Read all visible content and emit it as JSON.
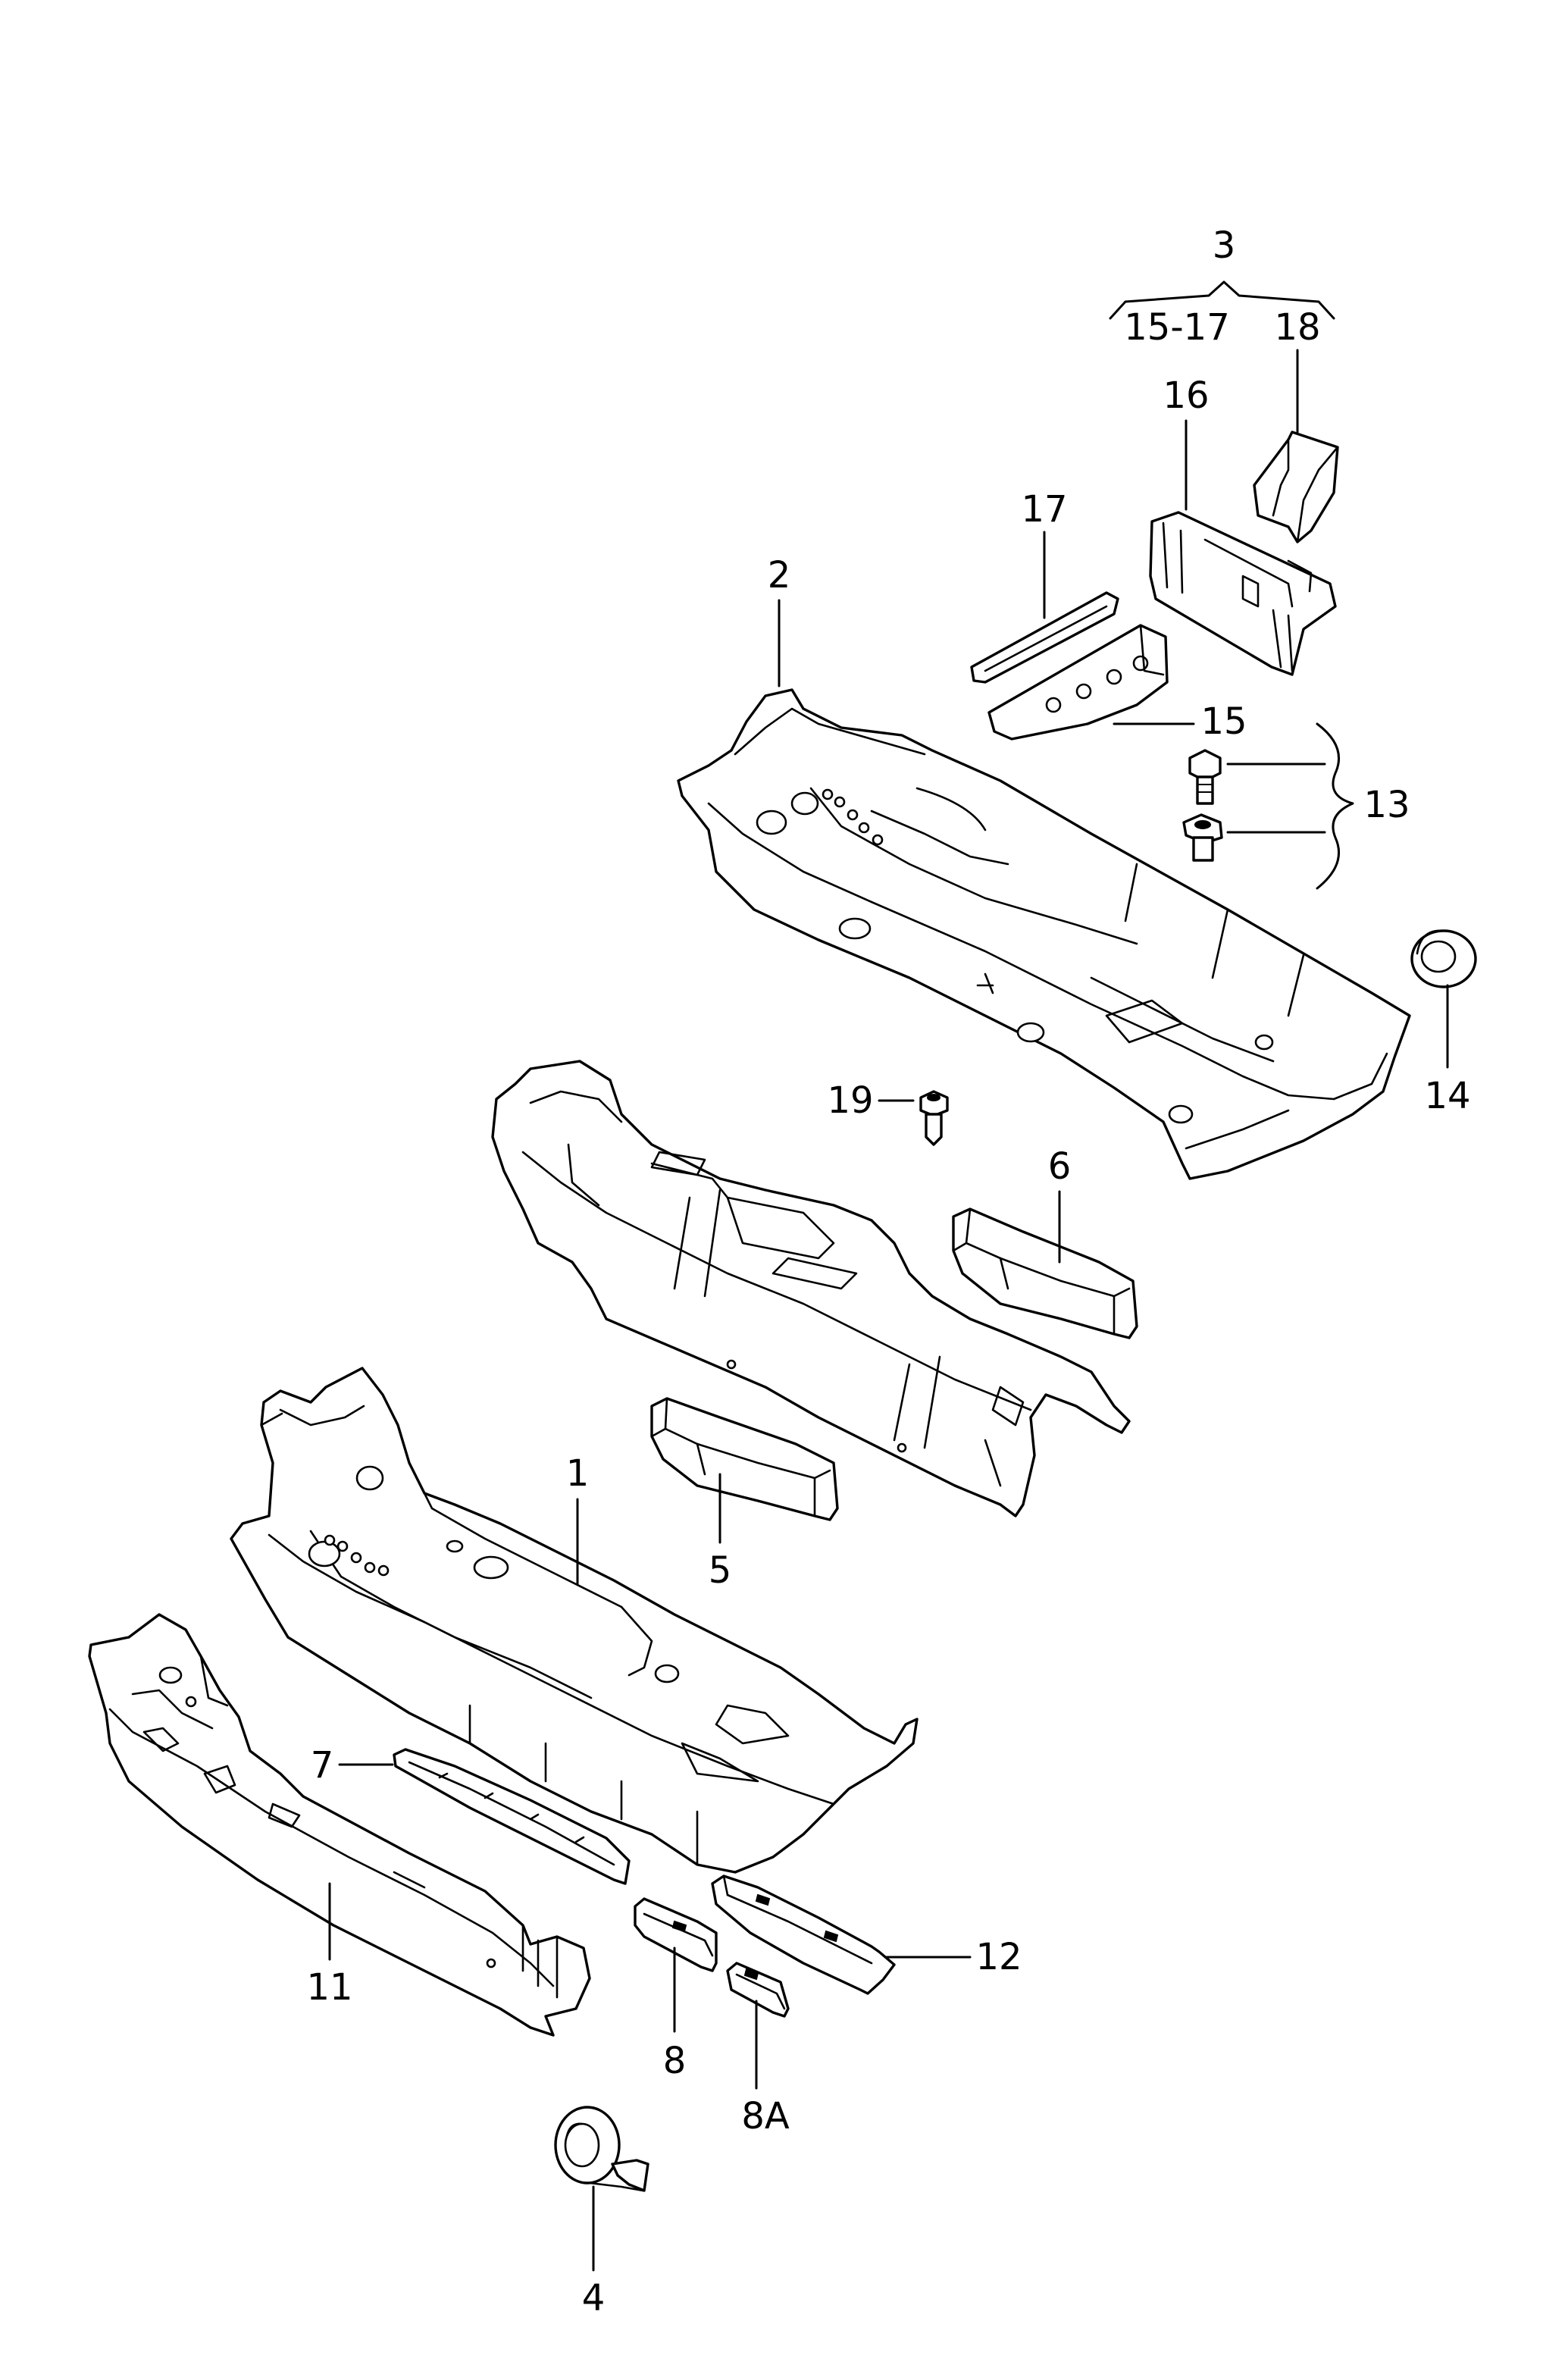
{
  "callouts": {
    "c1": "1",
    "c2": "2",
    "c3": "3",
    "c4": "4",
    "c5": "5",
    "c6": "6",
    "c7": "7",
    "c8": "8",
    "c8a": "8A",
    "c11": "11",
    "c12": "12",
    "c13": "13",
    "c14": "14",
    "c15": "15",
    "c15_17": "15-17",
    "c16": "16",
    "c17": "17",
    "c18": "18",
    "c19": "19"
  }
}
